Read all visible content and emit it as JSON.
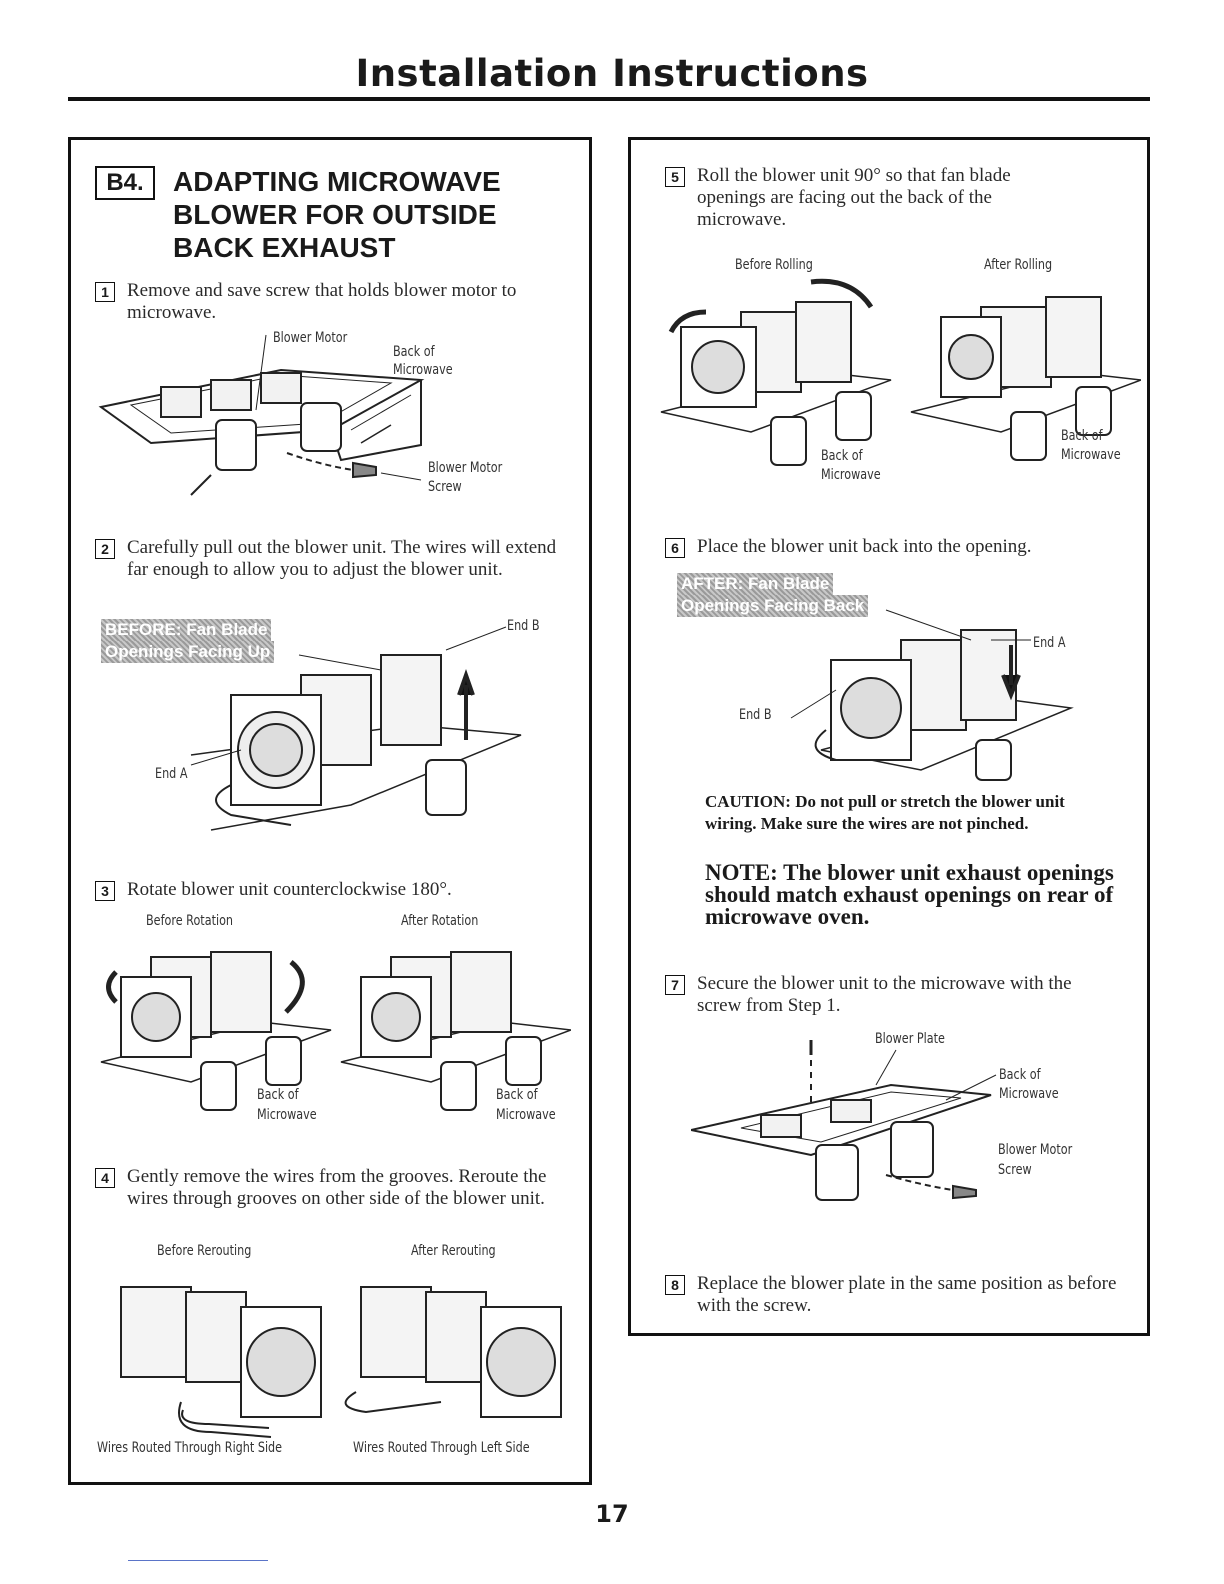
{
  "header": {
    "title": "Installation Instructions"
  },
  "section": {
    "badge": "B4.",
    "title_lines": [
      "ADAPTING MICROWAVE",
      "BLOWER FOR OUTSIDE",
      "BACK EXHAUST"
    ]
  },
  "steps": {
    "s1": {
      "num": "1",
      "text": "Remove and save screw that holds blower motor to microwave."
    },
    "s2": {
      "num": "2",
      "text": "Carefully pull out the blower unit. The wires will extend far enough to allow you to adjust the blower unit."
    },
    "s3": {
      "num": "3",
      "text": "Rotate blower unit counterclockwise 180°."
    },
    "s4": {
      "num": "4",
      "text": "Gently remove the wires from the grooves. Reroute the wires through grooves on other side of the blower unit."
    },
    "s5": {
      "num": "5",
      "text": "Roll the blower unit 90° so that fan blade openings are facing out the back of the microwave."
    },
    "s6": {
      "num": "6",
      "text": "Place the blower unit back into the opening."
    },
    "s7": {
      "num": "7",
      "text": "Secure the blower unit to the microwave with the screw from Step 1."
    },
    "s8": {
      "num": "8",
      "text": "Replace the blower plate in the same position as before with the screw."
    }
  },
  "fig1": {
    "blower_motor": "Blower Motor",
    "back_of": "Back of",
    "microwave": "Microwave",
    "screw_1": "Blower Motor",
    "screw_2": "Screw"
  },
  "fig2": {
    "callout_1": "BEFORE: Fan Blade",
    "callout_2": "Openings Facing Up",
    "end_b": "End B",
    "end_a": "End A"
  },
  "fig3": {
    "before": "Before Rotation",
    "after": "After Rotation",
    "back_of": "Back of",
    "microwave": "Microwave"
  },
  "fig4": {
    "before": "Before Rerouting",
    "after": "After Rerouting",
    "cap_left": "Wires Routed Through Right Side",
    "cap_right": "Wires Routed Through Left Side"
  },
  "fig5": {
    "before": "Before Rolling",
    "after": "After Rolling",
    "back_of": "Back of",
    "microwave": "Microwave"
  },
  "fig6": {
    "callout_1": "AFTER: Fan Blade",
    "callout_2": "Openings Facing Back",
    "end_a": "End A",
    "end_b": "End B"
  },
  "caution": "CAUTION: Do not pull or stretch the blower unit wiring. Make sure the wires are not pinched.",
  "note": "NOTE: The blower unit exhaust openings should match exhaust openings on rear of microwave oven.",
  "fig7": {
    "blower_plate": "Blower Plate",
    "back_of": "Back of",
    "microwave": "Microwave",
    "screw_1": "Blower Motor",
    "screw_2": "Screw"
  },
  "page_number": "17"
}
